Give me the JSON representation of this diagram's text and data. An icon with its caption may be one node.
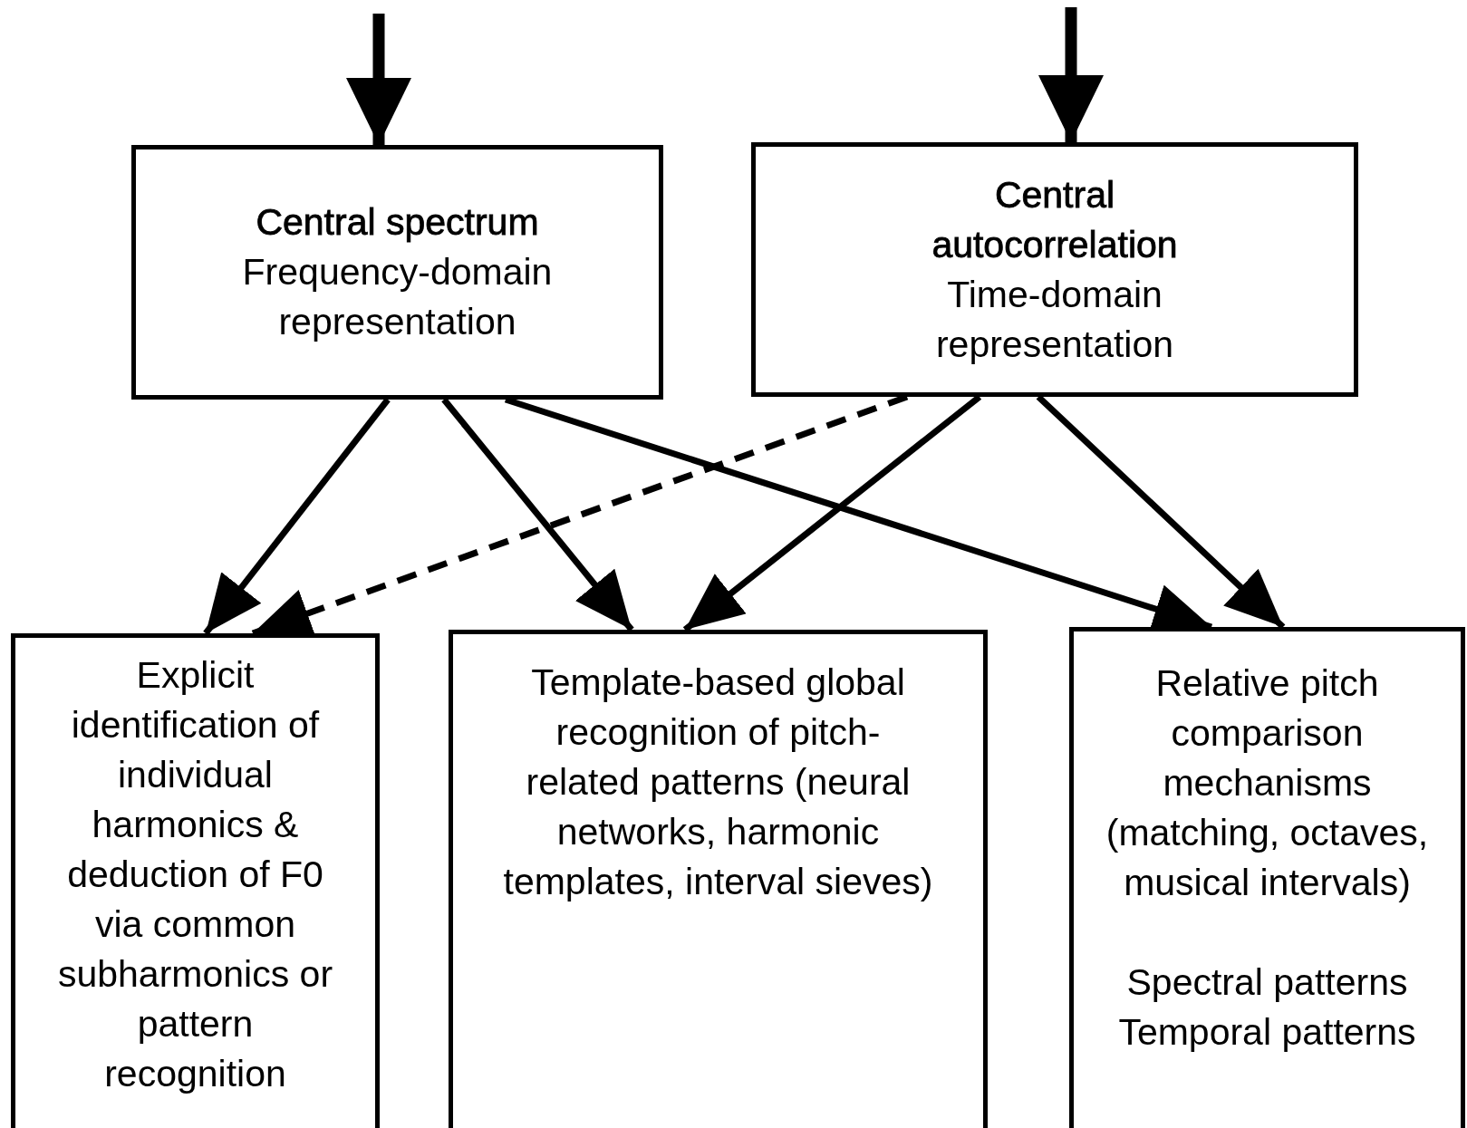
{
  "diagram": {
    "nodes": [
      {
        "text": [
          "Central spectrum",
          "Frequency-domain representation"
        ]
      },
      {
        "text": [
          "Central  autocorrelation",
          "Time-domain representation"
        ]
      },
      {
        "text": [
          "Explicit identification of  individual harmonics & deduction of F0 via common subharmonics or pattern recognition"
        ]
      },
      {
        "text": [
          "Template-based global recognition of pitch-related patterns (neural networks, harmonic templates, interval sieves)"
        ]
      },
      {
        "text": [
          "Relative pitch comparison mechanisms (matching, octaves, musical intervals)",
          "Spectral patterns",
          "Temporal patterns"
        ]
      }
    ],
    "edges": [
      {
        "from": null,
        "to": 0,
        "arrow": "to",
        "style": "thick"
      },
      {
        "from": null,
        "to": 1,
        "arrow": "to",
        "style": "thick"
      },
      {
        "from": 0,
        "to": 2,
        "arrow": "to"
      },
      {
        "from": 0,
        "to": 3,
        "arrow": "to"
      },
      {
        "from": 0,
        "to": 4,
        "arrow": "to"
      },
      {
        "from": 1,
        "to": 2,
        "arrow": "to",
        "style": "dashed"
      },
      {
        "from": 1,
        "to": 3,
        "arrow": "to"
      },
      {
        "from": 1,
        "to": 4,
        "arrow": "to"
      }
    ]
  }
}
